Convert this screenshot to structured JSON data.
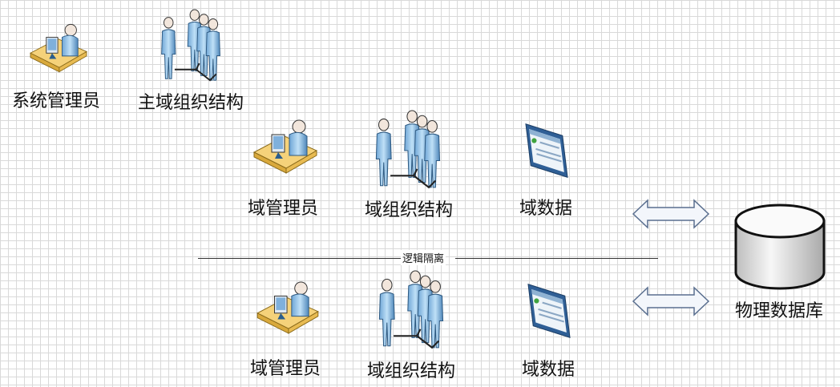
{
  "labels": {
    "sys_admin": "系统管理员",
    "main_org": "主域组织结构",
    "domain_admin": "域管理员",
    "domain_org": "域组织结构",
    "domain_data": "域数据",
    "separator": "逻辑隔离",
    "physical_db": "物理数据库"
  },
  "icons": [
    "admin-workstation-icon",
    "people-group-icon",
    "data-document-icon",
    "database-cylinder-icon",
    "double-arrow-icon"
  ],
  "colors": {
    "person": "#8fc0e6",
    "person_dark": "#3c6f9c",
    "desk": "#f2c96a",
    "arrow_fill": "#f3f6fb",
    "arrow_stroke": "#5a6f8f",
    "db_fill": "#e8e8e8"
  }
}
